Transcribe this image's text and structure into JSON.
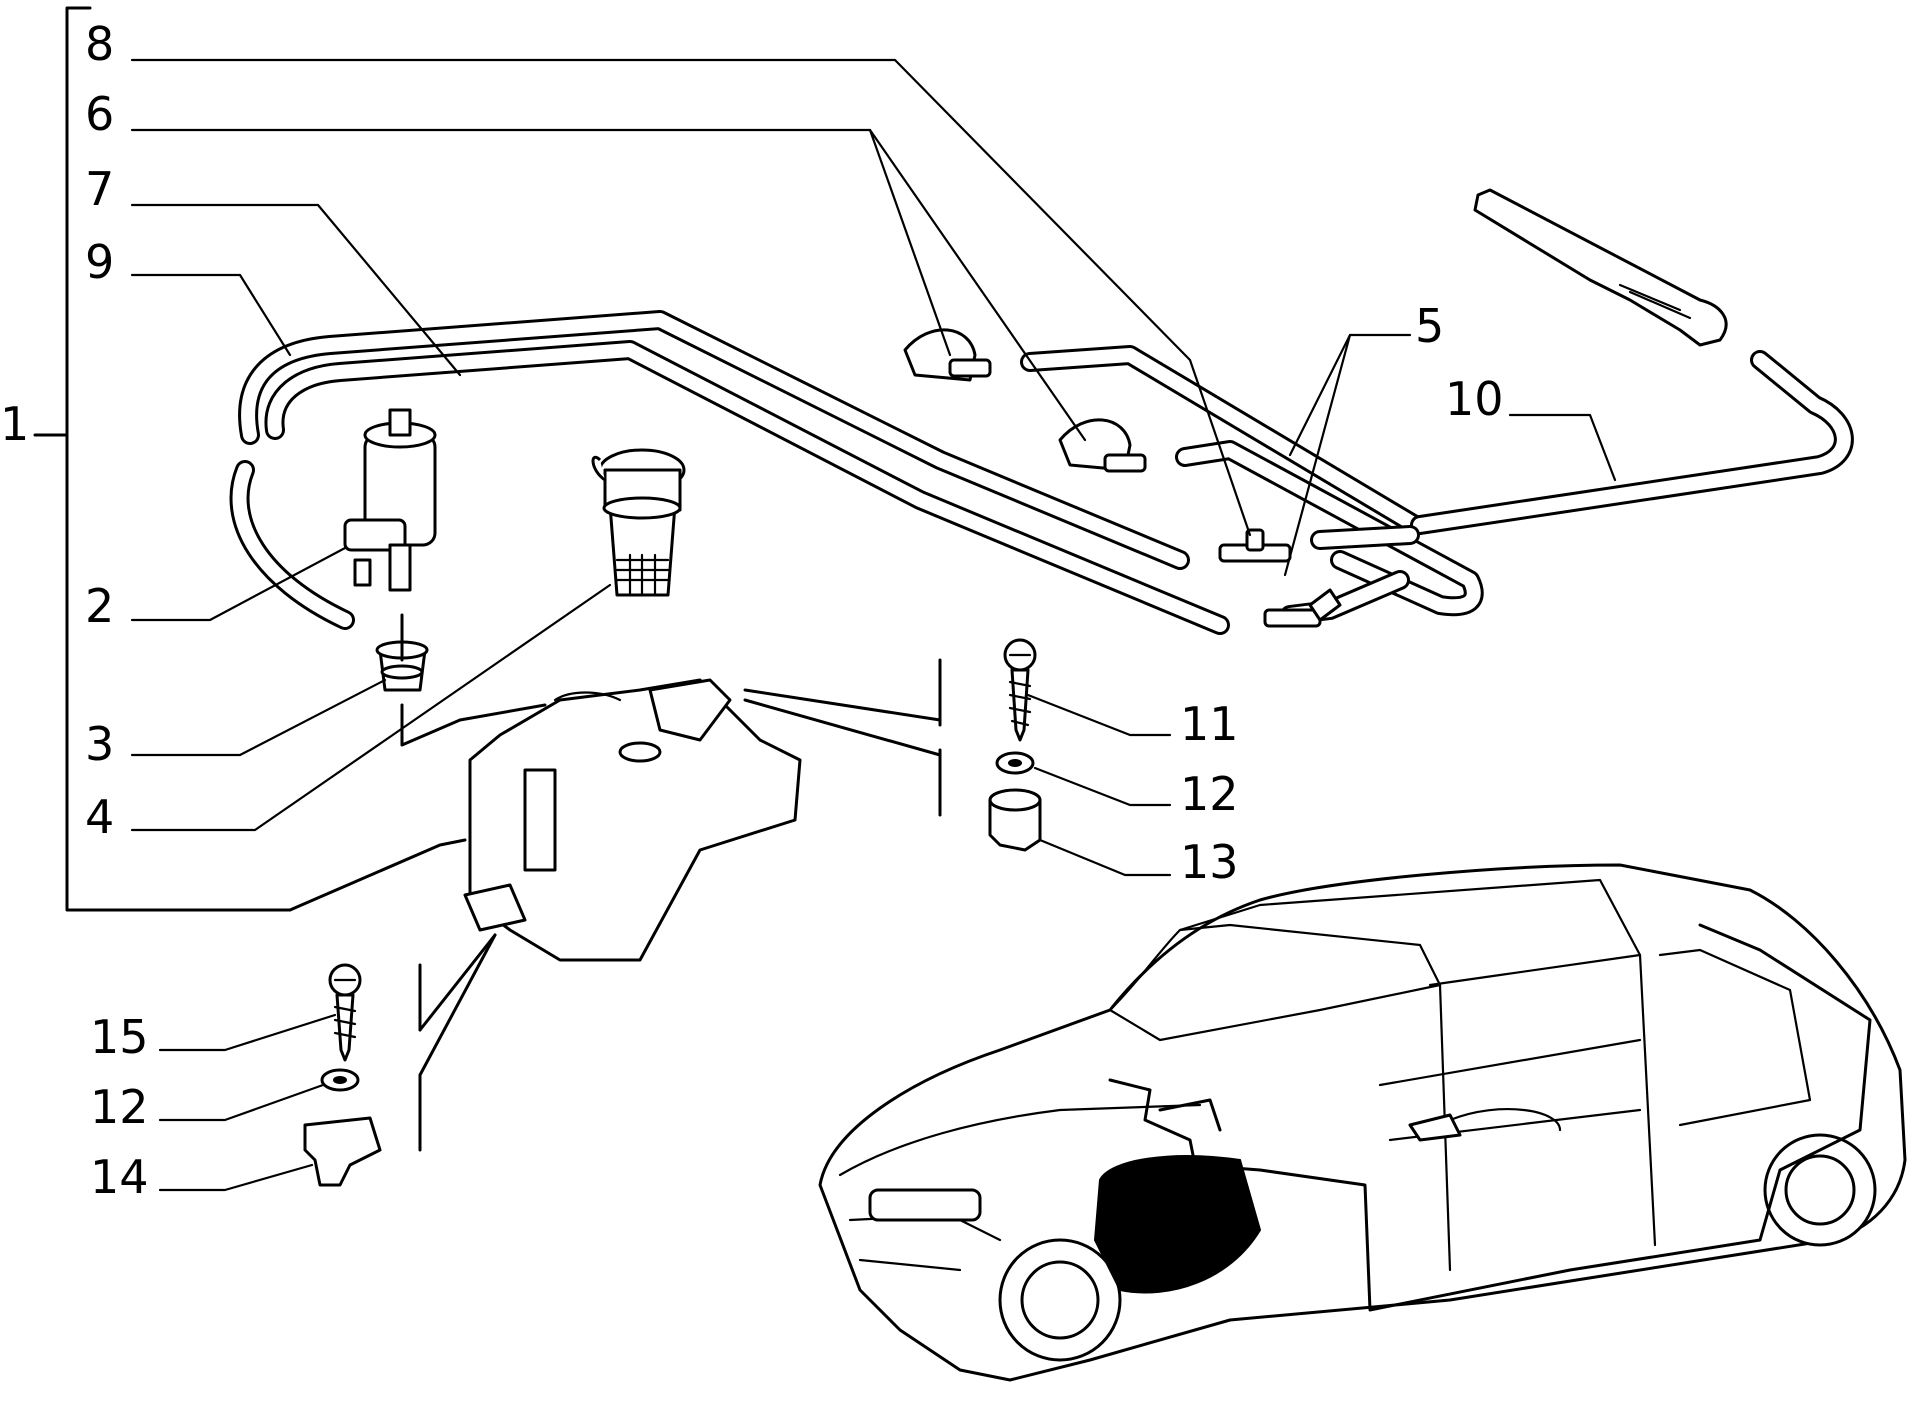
{
  "callouts": {
    "c1": "1",
    "c2": "2",
    "c3": "3",
    "c4": "4",
    "c5": "5",
    "c6": "6",
    "c7": "7",
    "c8": "8",
    "c9": "9",
    "c10": "10",
    "c11": "11",
    "c12a": "12",
    "c13": "13",
    "c15": "15",
    "c12b": "12",
    "c14": "14"
  },
  "colors": {
    "ink": "#000000",
    "paper": "#ffffff"
  }
}
